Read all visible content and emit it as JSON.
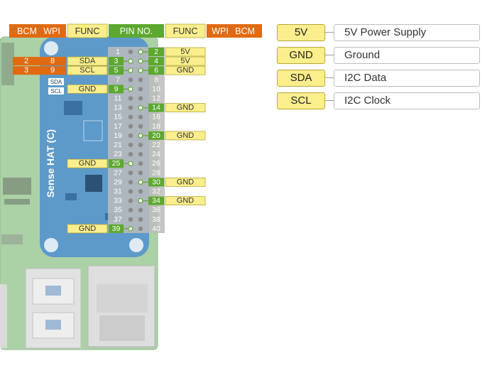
{
  "header": {
    "left_bcm": "BCM",
    "left_wpi": "WPI",
    "left_func": "FUNC",
    "pin_no": "PIN NO.",
    "right_func": "FUNC",
    "right_wpi": "WPI",
    "right_bcm": "BCM"
  },
  "board": {
    "label": "Sense HAT (C)",
    "i2c_labels": [
      "SDA",
      "SCL"
    ]
  },
  "pins_odd": [
    "1",
    "3",
    "5",
    "7",
    "9",
    "11",
    "13",
    "15",
    "17",
    "19",
    "21",
    "23",
    "25",
    "27",
    "29",
    "31",
    "33",
    "35",
    "37",
    "39"
  ],
  "pins_even": [
    "2",
    "4",
    "6",
    "8",
    "10",
    "12",
    "14",
    "16",
    "18",
    "20",
    "22",
    "24",
    "26",
    "28",
    "30",
    "32",
    "34",
    "36",
    "38",
    "40"
  ],
  "left_pins": [
    {
      "pin": "3",
      "func": "SDA",
      "bcm": "2",
      "wpi": "8"
    },
    {
      "pin": "5",
      "func": "SCL",
      "bcm": "3",
      "wpi": "9"
    },
    {
      "pin": "9",
      "func": "GND"
    },
    {
      "pin": "25",
      "func": "GND"
    },
    {
      "pin": "39",
      "func": "GND"
    }
  ],
  "right_pins": [
    {
      "pin": "2",
      "func": "5V"
    },
    {
      "pin": "4",
      "func": "5V"
    },
    {
      "pin": "6",
      "func": "GND"
    },
    {
      "pin": "14",
      "func": "GND"
    },
    {
      "pin": "20",
      "func": "GND"
    },
    {
      "pin": "30",
      "func": "GND"
    },
    {
      "pin": "34",
      "func": "GND"
    }
  ],
  "legend": [
    {
      "key": "5V",
      "desc": "5V Power Supply"
    },
    {
      "key": "GND",
      "desc": "Ground"
    },
    {
      "key": "SDA",
      "desc": "I2C Data"
    },
    {
      "key": "SCL",
      "desc": "I2C Clock"
    }
  ],
  "colors": {
    "orange": "#e06a12",
    "yellow": "#fbee8c",
    "green": "#5da82f",
    "board_blue": "#4f90cf",
    "pcb_green": "#8fc28a",
    "header_gray": "#bcbcbc"
  }
}
